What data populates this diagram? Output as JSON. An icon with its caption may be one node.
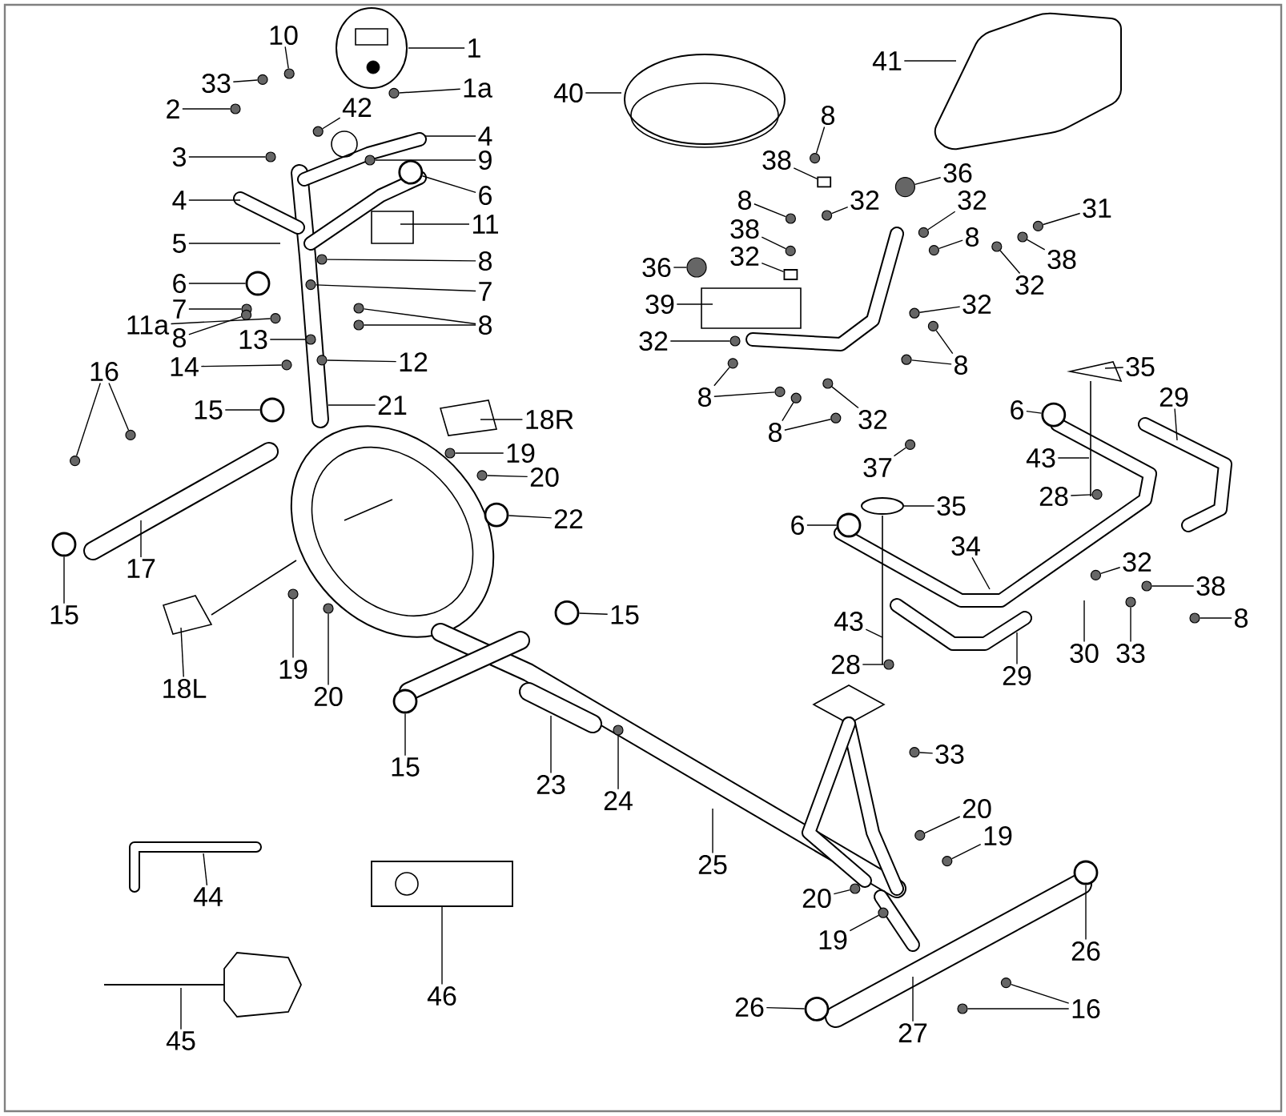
{
  "diagram": {
    "nodes": [
      {
        "text": [
          "1"
        ]
      },
      {
        "text": [
          "1a"
        ]
      },
      {
        "text": [
          "10"
        ]
      },
      {
        "text": [
          "33"
        ]
      },
      {
        "text": [
          "2"
        ]
      },
      {
        "text": [
          "42"
        ]
      },
      {
        "text": [
          "3"
        ]
      },
      {
        "text": [
          "4"
        ]
      },
      {
        "text": [
          "9"
        ]
      },
      {
        "text": [
          "4"
        ]
      },
      {
        "text": [
          "6"
        ]
      },
      {
        "text": [
          "5"
        ]
      },
      {
        "text": [
          "11"
        ]
      },
      {
        "text": [
          "6"
        ]
      },
      {
        "text": [
          "8"
        ]
      },
      {
        "text": [
          "7"
        ]
      },
      {
        "text": [
          "7"
        ]
      },
      {
        "text": [
          "11a"
        ]
      },
      {
        "text": [
          "8"
        ]
      },
      {
        "text": [
          "8"
        ]
      },
      {
        "text": [
          "13"
        ]
      },
      {
        "text": [
          "14"
        ]
      },
      {
        "text": [
          "12"
        ]
      },
      {
        "text": [
          "16"
        ]
      },
      {
        "text": [
          "15"
        ]
      },
      {
        "text": [
          "21"
        ]
      },
      {
        "text": [
          "18R"
        ]
      },
      {
        "text": [
          "19"
        ]
      },
      {
        "text": [
          "20"
        ]
      },
      {
        "text": [
          "22"
        ]
      },
      {
        "text": [
          "17"
        ]
      },
      {
        "text": [
          "15"
        ]
      },
      {
        "text": [
          "18L"
        ]
      },
      {
        "text": [
          "19"
        ]
      },
      {
        "text": [
          "20"
        ]
      },
      {
        "text": [
          "15"
        ]
      },
      {
        "text": [
          "15"
        ]
      },
      {
        "text": [
          "23"
        ]
      },
      {
        "text": [
          "24"
        ]
      },
      {
        "text": [
          "25"
        ]
      },
      {
        "text": [
          "33"
        ]
      },
      {
        "text": [
          "20"
        ]
      },
      {
        "text": [
          "19"
        ]
      },
      {
        "text": [
          "20"
        ]
      },
      {
        "text": [
          "19"
        ]
      },
      {
        "text": [
          "26"
        ]
      },
      {
        "text": [
          "26"
        ]
      },
      {
        "text": [
          "27"
        ]
      },
      {
        "text": [
          "16"
        ]
      },
      {
        "text": [
          "44"
        ]
      },
      {
        "text": [
          "46"
        ]
      },
      {
        "text": [
          "45"
        ]
      },
      {
        "text": [
          "40"
        ]
      },
      {
        "text": [
          "41"
        ]
      },
      {
        "text": [
          "8"
        ]
      },
      {
        "text": [
          "38"
        ]
      },
      {
        "text": [
          "36"
        ]
      },
      {
        "text": [
          "32"
        ]
      },
      {
        "text": [
          "8"
        ]
      },
      {
        "text": [
          "32"
        ]
      },
      {
        "text": [
          "8"
        ]
      },
      {
        "text": [
          "31"
        ]
      },
      {
        "text": [
          "38"
        ]
      },
      {
        "text": [
          "38"
        ]
      },
      {
        "text": [
          "32"
        ]
      },
      {
        "text": [
          "36"
        ]
      },
      {
        "text": [
          "32"
        ]
      },
      {
        "text": [
          "39"
        ]
      },
      {
        "text": [
          "32"
        ]
      },
      {
        "text": [
          "32"
        ]
      },
      {
        "text": [
          "8"
        ]
      },
      {
        "text": [
          "8"
        ]
      },
      {
        "text": [
          "32"
        ]
      },
      {
        "text": [
          "8"
        ]
      },
      {
        "text": [
          "37"
        ]
      },
      {
        "text": [
          "35"
        ]
      },
      {
        "text": [
          "29"
        ]
      },
      {
        "text": [
          "6"
        ]
      },
      {
        "text": [
          "43"
        ]
      },
      {
        "text": [
          "28"
        ]
      },
      {
        "text": [
          "6"
        ]
      },
      {
        "text": [
          "35"
        ]
      },
      {
        "text": [
          "34"
        ]
      },
      {
        "text": [
          "32"
        ]
      },
      {
        "text": [
          "38"
        ]
      },
      {
        "text": [
          "8"
        ]
      },
      {
        "text": [
          "43"
        ]
      },
      {
        "text": [
          "28"
        ]
      },
      {
        "text": [
          "29"
        ]
      },
      {
        "text": [
          "30"
        ]
      },
      {
        "text": [
          "33"
        ]
      },
      {
        "text": [],
        "shape": "circle"
      },
      {
        "text": [],
        "shape": "circle"
      },
      {
        "text": [],
        "shape": "circle"
      },
      {
        "text": [],
        "shape": "circle"
      },
      {
        "text": [],
        "shape": "circle"
      },
      {
        "text": [],
        "shape": "circle"
      },
      {
        "text": [],
        "shape": "circle"
      },
      {
        "text": [],
        "shape": "circle"
      },
      {
        "text": [],
        "shape": "circle"
      },
      {
        "text": [],
        "shape": "circle"
      },
      {
        "text": [],
        "shape": "circle"
      },
      {
        "text": [],
        "shape": "circle"
      },
      {
        "text": [],
        "shape": "circle"
      },
      {
        "text": [],
        "shape": "circle"
      },
      {
        "text": [],
        "shape": "circle"
      },
      {
        "text": [],
        "shape": "circle"
      },
      {
        "text": [],
        "shape": "circle"
      },
      {
        "text": [],
        "shape": "circle"
      },
      {
        "text": [],
        "shape": "circle"
      },
      {
        "text": [],
        "shape": "circle"
      },
      {
        "text": [],
        "shape": "circle"
      },
      {
        "text": [],
        "shape": "circle"
      },
      {
        "text": [],
        "shape": "circle"
      },
      {
        "text": [],
        "shape": "circle"
      },
      {
        "text": [],
        "shape": "circle"
      },
      {
        "text": [],
        "shape": "circle"
      },
      {
        "text": [],
        "shape": "circle"
      },
      {
        "text": [],
        "shape": "circle"
      },
      {
        "text": [],
        "shape": "circle"
      },
      {
        "text": [],
        "shape": "circle"
      },
      {
        "text": [],
        "shape": "circle"
      },
      {
        "text": [],
        "shape": "circle"
      },
      {
        "text": [],
        "shape": "circle"
      },
      {
        "text": [],
        "shape": "circle"
      },
      {
        "text": [],
        "shape": "circle"
      },
      {
        "text": [],
        "shape": "circle"
      },
      {
        "text": [],
        "shape": "circle"
      },
      {
        "text": [],
        "shape": "circle"
      },
      {
        "text": [],
        "shape": "box"
      },
      {
        "text": [],
        "shape": "circle"
      },
      {
        "text": [],
        "shape": "circle"
      },
      {
        "text": [],
        "shape": "circle"
      },
      {
        "text": [],
        "shape": "circle"
      },
      {
        "text": [],
        "shape": "circle"
      },
      {
        "text": [],
        "shape": "circle"
      },
      {
        "text": [],
        "shape": "circle"
      },
      {
        "text": [],
        "shape": "circle"
      },
      {
        "text": [],
        "shape": "box"
      },
      {
        "text": [],
        "shape": "circle"
      },
      {
        "text": [],
        "shape": "circle"
      },
      {
        "text": [],
        "shape": "circle"
      },
      {
        "text": [],
        "shape": "circle"
      },
      {
        "text": [],
        "shape": "circle"
      },
      {
        "text": [],
        "shape": "circle"
      },
      {
        "text": [],
        "shape": "circle"
      },
      {
        "text": [],
        "shape": "circle"
      },
      {
        "text": [],
        "shape": "circle"
      },
      {
        "text": [],
        "shape": "circle"
      },
      {
        "text": [],
        "shape": "circle"
      },
      {
        "text": [],
        "shape": "circle"
      },
      {
        "text": [],
        "shape": "circle"
      },
      {
        "text": [],
        "shape": "circle"
      },
      {
        "text": [],
        "shape": "circle"
      },
      {
        "text": [],
        "shape": "circle"
      },
      {
        "text": [],
        "shape": "circle"
      },
      {
        "text": [],
        "shape": "circle"
      },
      {
        "text": [],
        "shape": "circle"
      },
      {
        "text": [],
        "shape": "circle"
      },
      {
        "text": [],
        "shape": "circle"
      },
      {
        "text": [],
        "shape": "circle"
      },
      {
        "text": [],
        "shape": "circle"
      },
      {
        "text": [],
        "shape": "ellipse"
      }
    ],
    "edges": [
      {
        "from": 0,
        "to": null,
        "arrow": "none"
      },
      {
        "from": 1,
        "to": 91,
        "arrow": "none"
      },
      {
        "from": 2,
        "to": 92,
        "arrow": "none"
      },
      {
        "from": 3,
        "to": 93,
        "arrow": "none"
      },
      {
        "from": 4,
        "to": 94,
        "arrow": "none"
      },
      {
        "from": 5,
        "to": 95,
        "arrow": "none"
      },
      {
        "from": 6,
        "to": 96,
        "arrow": "none"
      },
      {
        "from": 7,
        "to": null,
        "arrow": "none"
      },
      {
        "from": 8,
        "to": 97,
        "arrow": "none"
      },
      {
        "from": 9,
        "to": null,
        "arrow": "none"
      },
      {
        "from": 10,
        "to": 98,
        "arrow": "none"
      },
      {
        "from": 11,
        "to": null,
        "arrow": "none"
      },
      {
        "from": 12,
        "to": null,
        "arrow": "none"
      },
      {
        "from": 13,
        "to": 99,
        "arrow": "none"
      },
      {
        "from": 14,
        "to": 100,
        "arrow": "none"
      },
      {
        "from": 15,
        "to": 101,
        "arrow": "none"
      },
      {
        "from": 16,
        "to": 102,
        "arrow": "none"
      },
      {
        "from": 17,
        "to": 103,
        "arrow": "none"
      },
      {
        "from": 18,
        "to": 104,
        "arrow": "none"
      },
      {
        "from": 19,
        "to": 105,
        "arrow": "none"
      },
      {
        "from": 20,
        "to": 106,
        "arrow": "none"
      },
      {
        "from": 21,
        "to": 107,
        "arrow": "none"
      },
      {
        "from": 22,
        "to": 108,
        "arrow": "none"
      },
      {
        "from": 23,
        "to": 109,
        "arrow": "none"
      },
      {
        "from": 24,
        "to": 110,
        "arrow": "none"
      },
      {
        "from": 25,
        "to": null,
        "arrow": "none"
      },
      {
        "from": 26,
        "to": null,
        "arrow": "none"
      },
      {
        "from": 27,
        "to": 111,
        "arrow": "none"
      },
      {
        "from": 28,
        "to": 112,
        "arrow": "none"
      },
      {
        "from": 29,
        "to": 113,
        "arrow": "none"
      },
      {
        "from": 30,
        "to": null,
        "arrow": "none"
      },
      {
        "from": 31,
        "to": 114,
        "arrow": "none"
      },
      {
        "from": 32,
        "to": null,
        "arrow": "none"
      },
      {
        "from": 33,
        "to": 115,
        "arrow": "none"
      },
      {
        "from": 34,
        "to": 116,
        "arrow": "none"
      },
      {
        "from": 35,
        "to": 117,
        "arrow": "none"
      },
      {
        "from": 36,
        "to": 118,
        "arrow": "none"
      },
      {
        "from": 37,
        "to": null,
        "arrow": "none"
      },
      {
        "from": 38,
        "to": 119,
        "arrow": "none"
      },
      {
        "from": 39,
        "to": null,
        "arrow": "none"
      },
      {
        "from": 40,
        "to": 120,
        "arrow": "none"
      },
      {
        "from": 41,
        "to": 121,
        "arrow": "none"
      },
      {
        "from": 42,
        "to": 122,
        "arrow": "none"
      },
      {
        "from": 43,
        "to": 123,
        "arrow": "none"
      },
      {
        "from": 44,
        "to": 124,
        "arrow": "none"
      },
      {
        "from": 45,
        "to": 125,
        "arrow": "none"
      },
      {
        "from": 46,
        "to": 126,
        "arrow": "none"
      },
      {
        "from": 47,
        "to": null,
        "arrow": "none"
      },
      {
        "from": 48,
        "to": 127,
        "arrow": "none"
      },
      {
        "from": 49,
        "to": null,
        "arrow": "none"
      },
      {
        "from": 50,
        "to": null,
        "arrow": "none"
      },
      {
        "from": 51,
        "to": null,
        "arrow": "none"
      },
      {
        "from": 52,
        "to": null,
        "arrow": "none"
      },
      {
        "from": 53,
        "to": null,
        "arrow": "none"
      },
      {
        "from": 54,
        "to": 128,
        "arrow": "none"
      },
      {
        "from": 55,
        "to": 129,
        "arrow": "none"
      },
      {
        "from": 56,
        "to": 130,
        "arrow": "none"
      },
      {
        "from": 57,
        "to": 131,
        "arrow": "none"
      },
      {
        "from": 58,
        "to": 132,
        "arrow": "none"
      },
      {
        "from": 59,
        "to": 133,
        "arrow": "none"
      },
      {
        "from": 60,
        "to": 134,
        "arrow": "none"
      },
      {
        "from": 61,
        "to": 135,
        "arrow": "none"
      },
      {
        "from": 62,
        "to": 136,
        "arrow": "none"
      },
      {
        "from": 63,
        "to": 137,
        "arrow": "none"
      },
      {
        "from": 64,
        "to": 138,
        "arrow": "none"
      },
      {
        "from": 65,
        "to": 139,
        "arrow": "none"
      },
      {
        "from": 66,
        "to": 140,
        "arrow": "none"
      },
      {
        "from": 67,
        "to": null,
        "arrow": "none"
      },
      {
        "from": 68,
        "to": 141,
        "arrow": "none"
      },
      {
        "from": 69,
        "to": 142,
        "arrow": "none"
      },
      {
        "from": 70,
        "to": 143,
        "arrow": "none"
      },
      {
        "from": 71,
        "to": 144,
        "arrow": "none"
      },
      {
        "from": 72,
        "to": 145,
        "arrow": "none"
      },
      {
        "from": 73,
        "to": 146,
        "arrow": "none"
      },
      {
        "from": 74,
        "to": 147,
        "arrow": "none"
      },
      {
        "from": 75,
        "to": null,
        "arrow": "none"
      },
      {
        "from": 76,
        "to": null,
        "arrow": "none"
      },
      {
        "from": 77,
        "to": 148,
        "arrow": "none"
      },
      {
        "from": 78,
        "to": null,
        "arrow": "none"
      },
      {
        "from": 79,
        "to": 149,
        "arrow": "none"
      },
      {
        "from": 80,
        "to": 150,
        "arrow": "none"
      },
      {
        "from": 81,
        "to": 162,
        "arrow": "none"
      },
      {
        "from": 82,
        "to": null,
        "arrow": "none"
      },
      {
        "from": 83,
        "to": 151,
        "arrow": "none"
      },
      {
        "from": 84,
        "to": 152,
        "arrow": "none"
      },
      {
        "from": 85,
        "to": 153,
        "arrow": "none"
      },
      {
        "from": 86,
        "to": null,
        "arrow": "none"
      },
      {
        "from": 87,
        "to": 154,
        "arrow": "none"
      },
      {
        "from": 88,
        "to": null,
        "arrow": "none"
      },
      {
        "from": 89,
        "to": null,
        "arrow": "none"
      },
      {
        "from": 90,
        "to": 155,
        "arrow": "none"
      },
      {
        "from": 18,
        "to": 156,
        "arrow": "none"
      },
      {
        "from": 23,
        "to": 157,
        "arrow": "none"
      },
      {
        "from": 48,
        "to": 158,
        "arrow": "none"
      },
      {
        "from": 70,
        "to": 159,
        "arrow": "none"
      },
      {
        "from": 71,
        "to": 160,
        "arrow": "none"
      },
      {
        "from": 73,
        "to": 161,
        "arrow": "none"
      }
    ]
  }
}
